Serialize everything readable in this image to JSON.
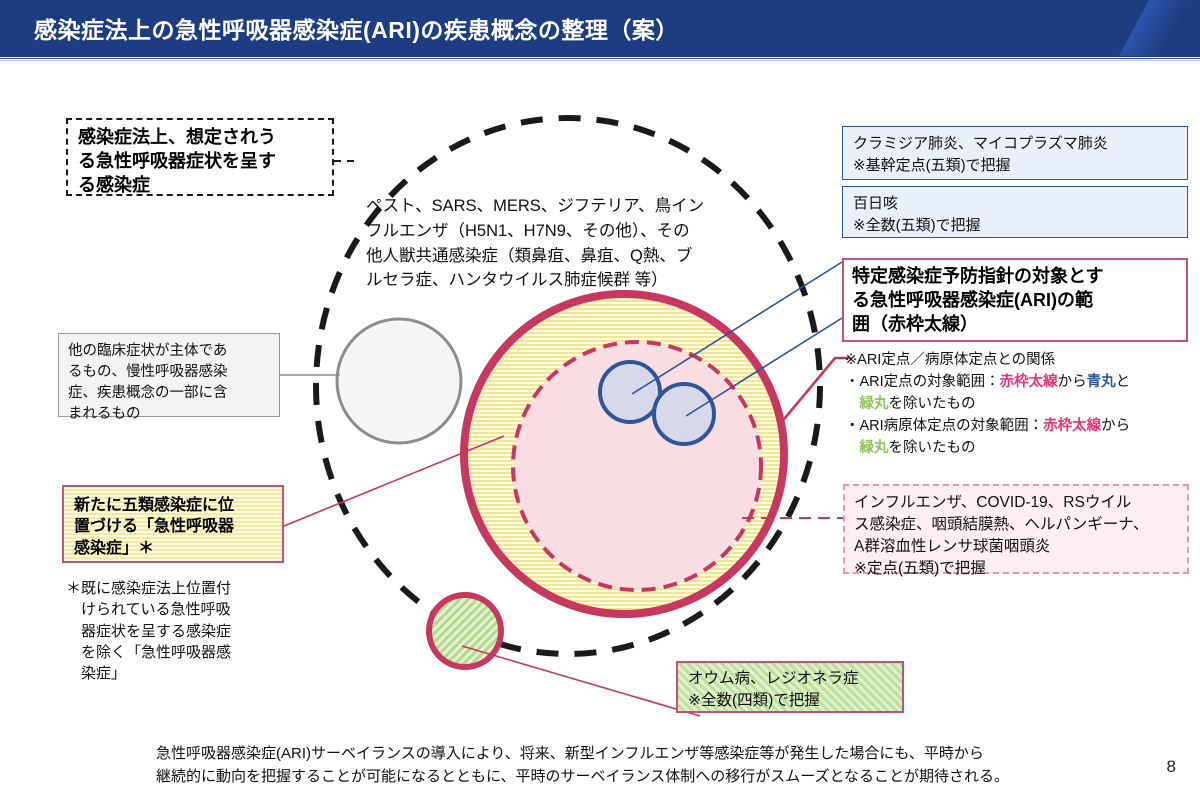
{
  "header": {
    "title": "感染症法上の急性呼吸器感染症(ARI)の疾患概念の整理（案）",
    "bg_color": "#1e3c82"
  },
  "diagram": {
    "outer_circle_label": "ペスト、SARS、MERS、ジフテリア、鳥イン\nフルエンザ（H5N1、H7N9、その他）、その\n他人獣共通感染症（類鼻疽、鼻疽、Q熱、ブ\nルセラ症、ハンタウイルス肺症候群 等）",
    "colors": {
      "red_thick_line": "#c7375f",
      "blue_circle_stroke": "#2f5597",
      "blue_circle_fill": "#d7d8ea",
      "green_circle_fill": "#bfe09d",
      "yellow_fill": "#f2e9a0",
      "pink_fill": "#f9dde2",
      "dashed_black": "#1a1a1a",
      "pink_dashed": "#c7375f"
    }
  },
  "boxes": {
    "assumed_ari": "感染症法上、想定されう\nる急性呼吸器症状を呈す\nる感染症",
    "other_clinical": "他の臨床症状が主体であ\nるもの、慢性呼吸器感染\n症、疾患概念の一部に含\nまれるもの",
    "new_class5": "新たに五類感染症に位\n置づける「急性呼吸器\n感染症」＊",
    "asterisk_note": "＊既に感染症法上位置付\n　けられている急性呼吸\n　器症状を呈する感染症\n　を除く「急性呼吸器感\n　染症」",
    "chlamydia": "クラミジア肺炎、マイコプラズマ肺炎\n※基幹定点(五類)で把握",
    "pertussis": "百日咳\n※全数(五類)で把握",
    "ari_scope_title": "特定感染症予防指針の対象とす\nる急性呼吸器感染症(ARI)の範\n囲（赤枠太線）",
    "influenza": "インフルエンザ、COVID-19、RSウイル\nス感染症、咽頭結膜熱、ヘルパンギーナ、\nA群溶血性レンサ球菌咽頭炎\n※定点(五類)で把握",
    "psittacosis": "オウム病、レジオネラ症\n※全数(四類)で把握"
  },
  "teiten_note": {
    "heading": "※ARI定点／病原体定点との関係",
    "line1_a": "・ARI定点の対象範囲：",
    "line1_red": "赤枠太線",
    "line1_b": "から",
    "line1_blue": "青丸",
    "line1_c": "と",
    "line2_green": "緑丸",
    "line2_a": "を除いたもの",
    "line3_a": "・ARI病原体定点の対象範囲：",
    "line3_red": "赤枠太線",
    "line3_b": "から",
    "line4_green": "緑丸",
    "line4_a": "を除いたもの"
  },
  "footer": {
    "text": "急性呼吸器感染症(ARI)サーベイランスの導入により、将来、新型インフルエンザ等感染症等が発生した場合にも、平時から\n継続的に動向を把握することが可能になるとともに、平時のサーベイランス体制への移行がスムーズとなることが期待される。",
    "page_number": "8"
  }
}
